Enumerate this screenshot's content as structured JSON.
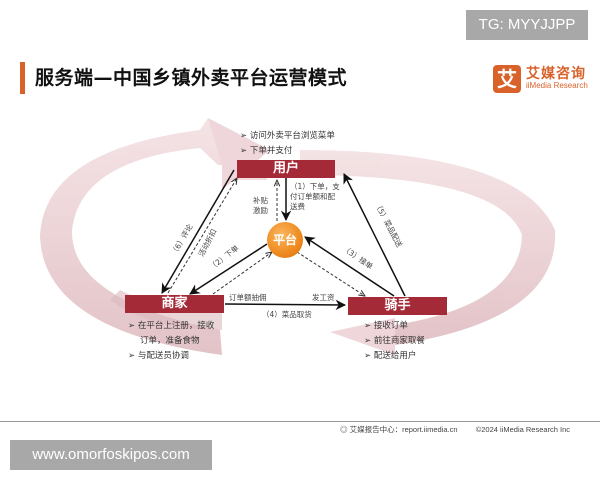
{
  "watermark_top": "TG: MYYJJPP",
  "watermark_bottom": "www.omorfoskipos.com",
  "header": {
    "title": "服务端—中国乡镇外卖平台运营模式",
    "logo_glyph": "艾",
    "logo_cn": "艾媒咨询",
    "logo_en": "iiMedia Research"
  },
  "colors": {
    "accent": "#d9622b",
    "node": "#a52a38",
    "platform": "#ee8a1e",
    "ring": "#e8c9cd"
  },
  "nodes": {
    "user": "用户",
    "merchant": "商家",
    "rider": "骑手",
    "platform": "平台"
  },
  "user_bullets": [
    "访问外卖平台浏览菜单",
    "下单并支付"
  ],
  "merchant_bullets": [
    "在平台上注册，接收",
    "订单，准备食物",
    "与配送员协调"
  ],
  "rider_bullets": [
    "接收订单",
    "前往商家取餐",
    "配送给用户"
  ],
  "edges": {
    "e1_line1": "（1）下单，支",
    "e1_line2": "付订单额和配",
    "e1_line3": "送费",
    "subsidy_line1": "补贴",
    "subsidy_line2": "激励",
    "e2": "（2）下单",
    "discount": "活动折扣",
    "e6": "（6）评论",
    "e3": "（3）接单",
    "e5": "（5）菜品配送",
    "commission": "订单额抽佣",
    "wage": "发工资",
    "e4": "（4）菜品取货"
  },
  "footer": {
    "source": "艾媒报告中心：report.iimedia.cn",
    "copyright": "©2024  iiMedia Research  Inc"
  }
}
